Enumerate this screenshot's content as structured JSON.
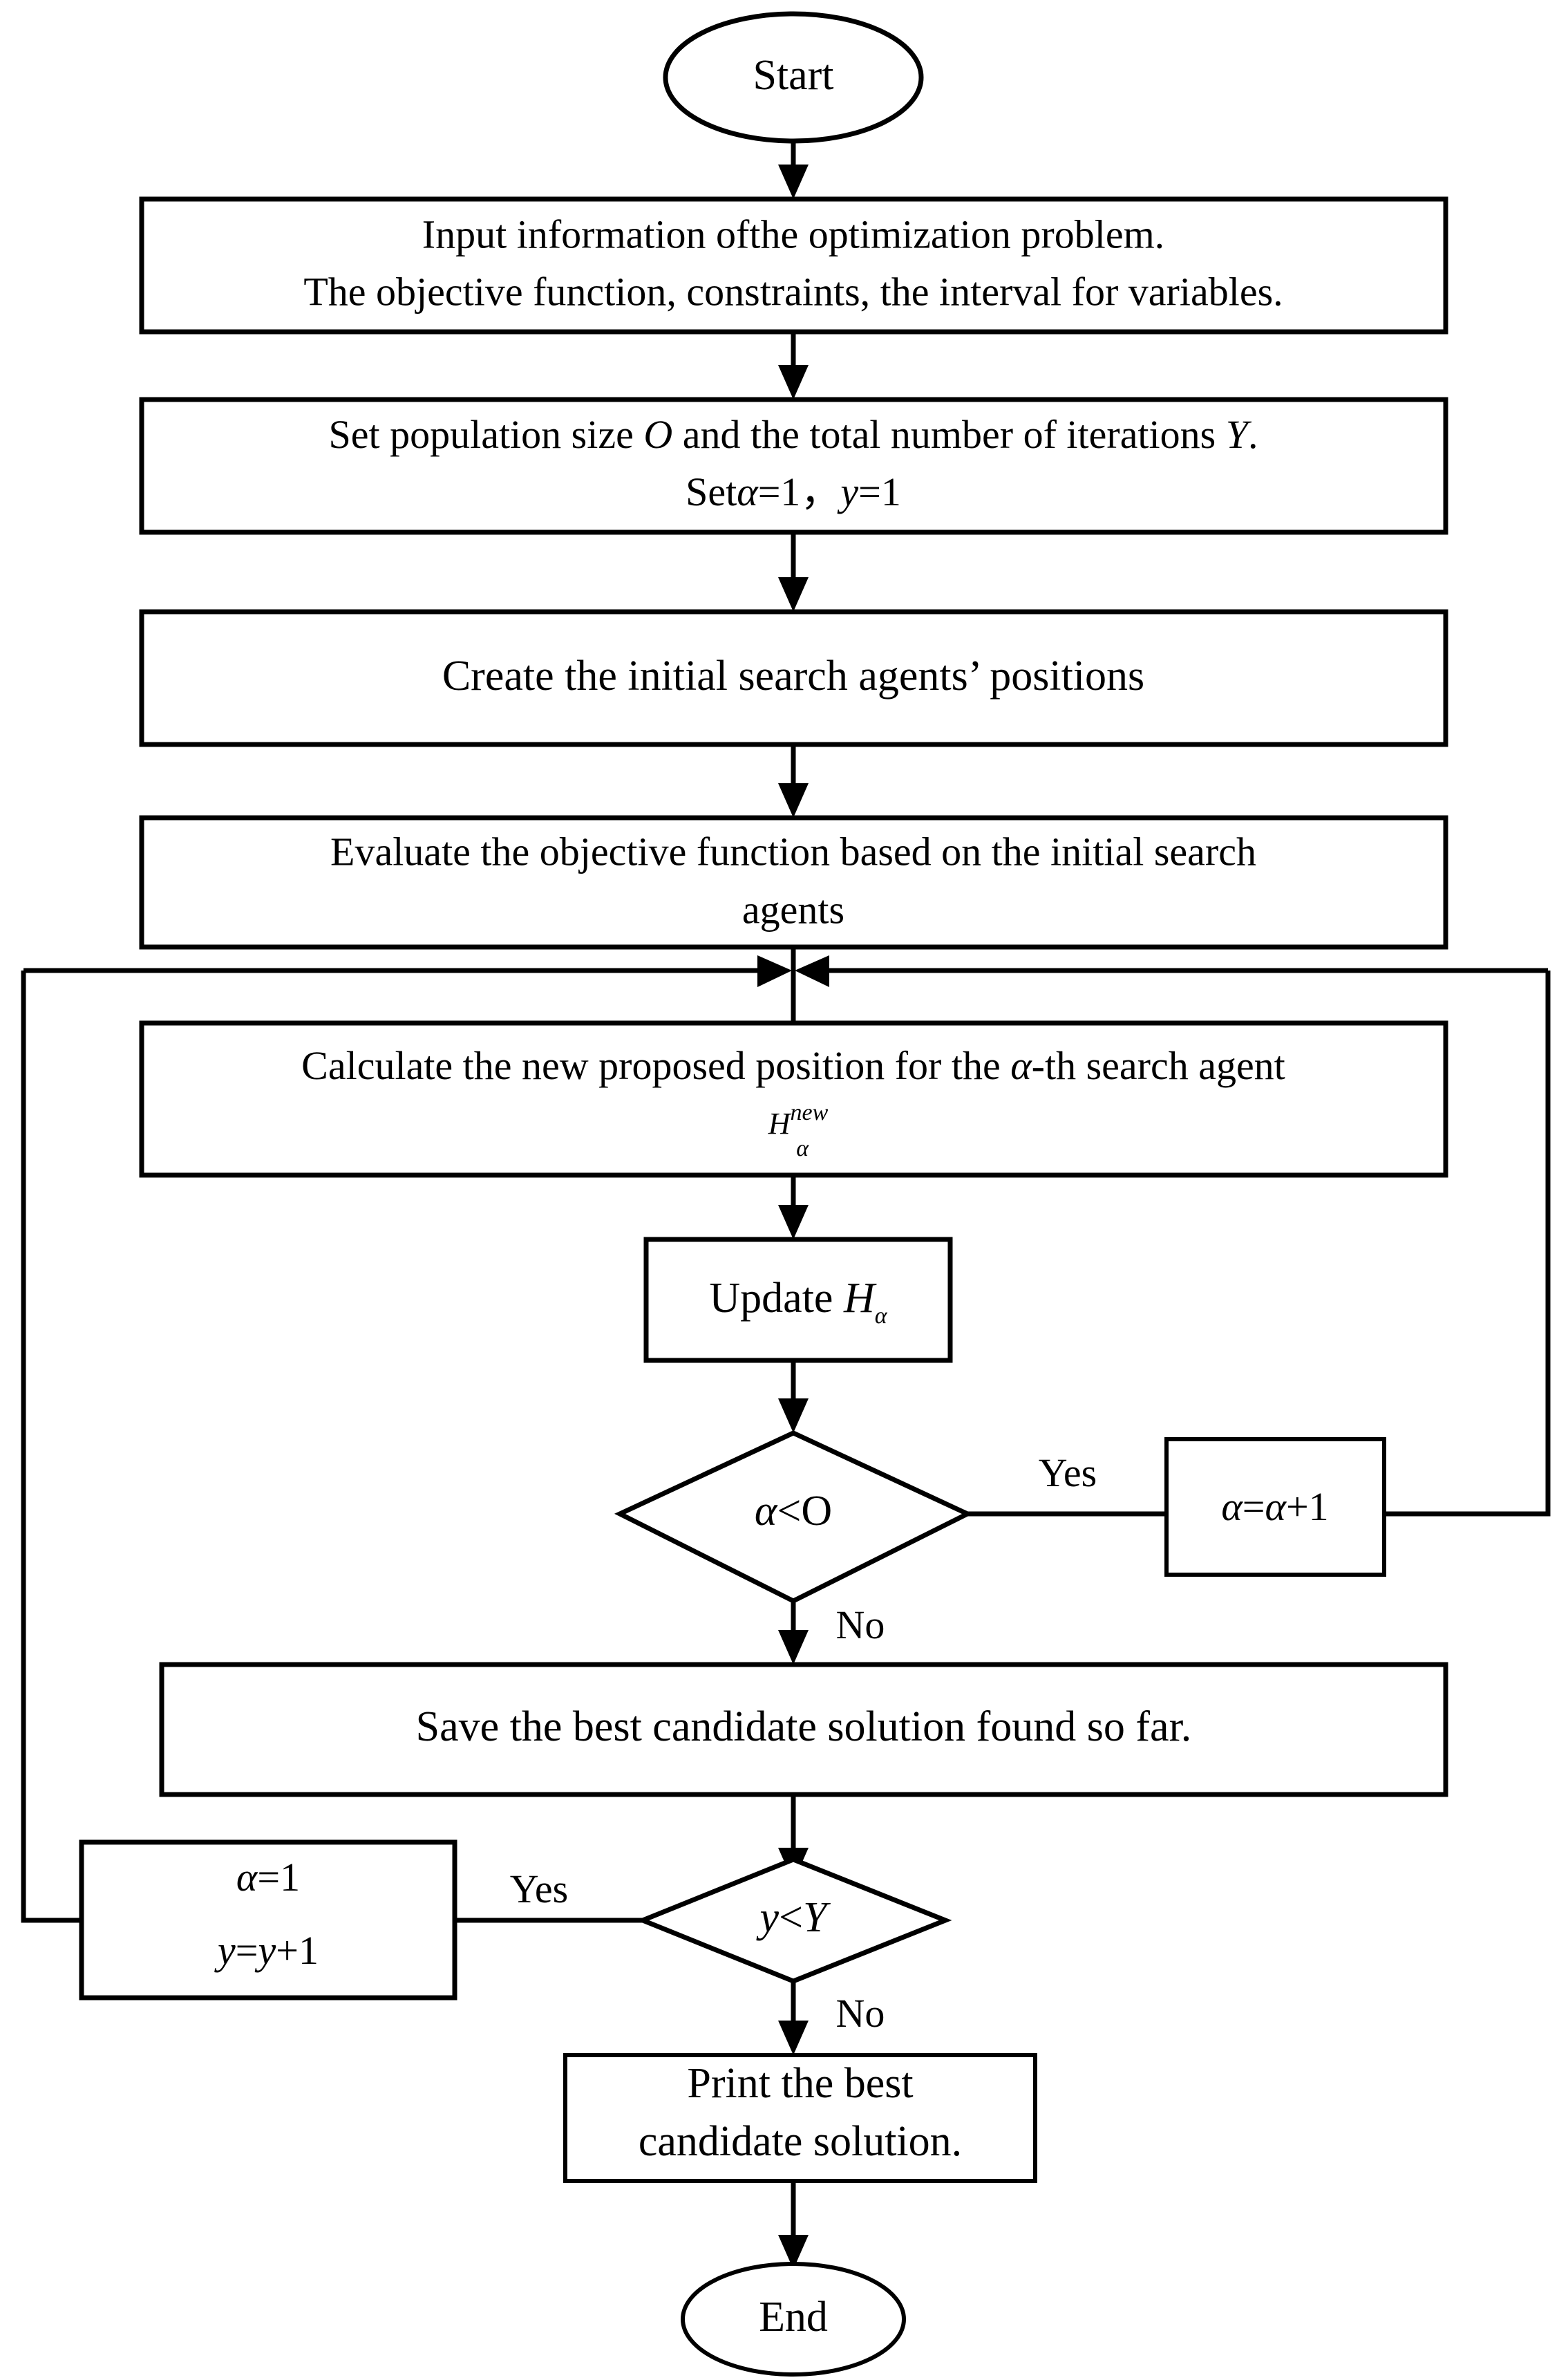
{
  "diagram": {
    "title": "Optimization algorithm flowchart",
    "colors": {
      "stroke": "#000000",
      "fill": "#ffffff",
      "text": "#000000"
    },
    "nodes": {
      "start": {
        "type": "terminator",
        "label": "Start"
      },
      "input": {
        "type": "process",
        "line1": "Input information ofthe optimization problem.",
        "line2": "The objective function, constraints, the interval for variables."
      },
      "set_population": {
        "type": "process",
        "line1_a": "Set population size ",
        "line1_b": "O",
        "line1_c": " and the total number of iterations ",
        "line1_d": "Y",
        "line1_e": ".",
        "line2_a": "Set",
        "line2_b": "α",
        "line2_c": "=1，",
        "line2_d": "y",
        "line2_e": "=1"
      },
      "create_positions": {
        "type": "process",
        "line1": "Create the initial search agents’ positions"
      },
      "evaluate": {
        "type": "process",
        "line1": "Evaluate the objective function based on the initial search",
        "line2": "agents"
      },
      "calculate": {
        "type": "process",
        "line1_a": "Calculate the new proposed position for the ",
        "line1_b": "α",
        "line1_c": "-th search agent",
        "line2_base": "H",
        "line2_sup": "new",
        "line2_sub": "α"
      },
      "update": {
        "type": "process",
        "label_a": "Update ",
        "label_b": "H",
        "label_sub": "α"
      },
      "decision_alpha": {
        "type": "decision",
        "label_a": "α",
        "label_b": "<O"
      },
      "increment_alpha": {
        "type": "process",
        "label_a": "α",
        "label_b": "=",
        "label_c": "α",
        "label_d": "+1"
      },
      "save_best": {
        "type": "process",
        "line1": "Save the best candidate solution found so far."
      },
      "decision_y": {
        "type": "decision",
        "label_a": "y",
        "label_b": "<",
        "label_c": "Y"
      },
      "reset_alpha": {
        "type": "process",
        "line1_a": "α",
        "line1_b": "=1",
        "line2_a": "y",
        "line2_b": "=",
        "line2_c": "y",
        "line2_d": "+1"
      },
      "print_best": {
        "type": "process",
        "line1": "Print the best",
        "line2": "candidate solution."
      },
      "end": {
        "type": "terminator",
        "label": "End"
      }
    },
    "edge_labels": {
      "alpha_yes": "Yes",
      "alpha_no": "No",
      "y_yes": "Yes",
      "y_no": "No"
    }
  }
}
